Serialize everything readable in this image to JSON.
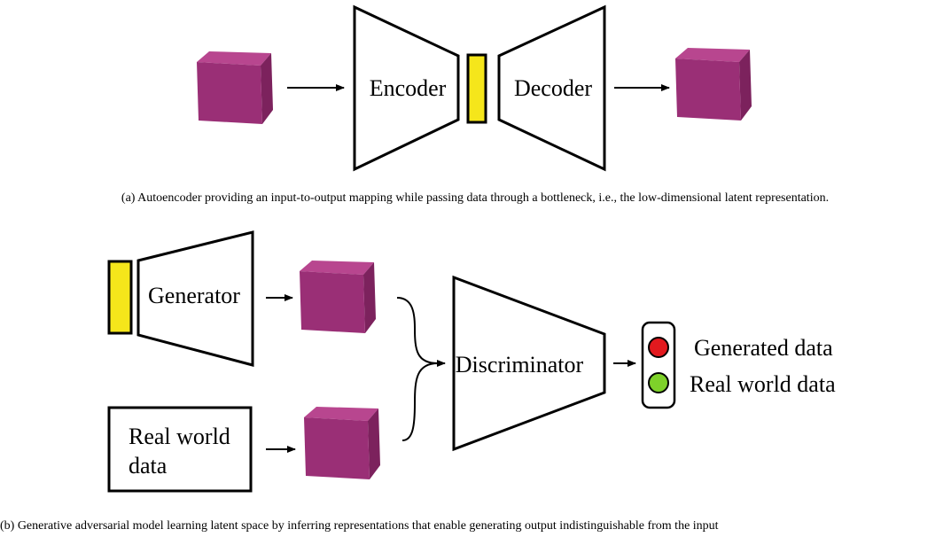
{
  "panel_a": {
    "encoder_label": "Encoder",
    "decoder_label": "Decoder",
    "caption": "(a) Autoencoder providing an input-to-output mapping while passing data through a bottleneck, i.e., the low-dimensional latent representation."
  },
  "panel_b": {
    "generator_label": "Generator",
    "real_data_label_line1": "Real world",
    "real_data_label_line2": "data",
    "discriminator_label": "Discriminator",
    "legend": {
      "generated_label": "Generated data",
      "real_label": "Real world data"
    },
    "caption": "(b) Generative adversarial model learning latent space by inferring representations that enable generating output indistinguishable from the input"
  },
  "colors": {
    "latent_fill": "#f5e61b",
    "cube_front": "#9a2f76",
    "cube_top": "#b8468f",
    "cube_side": "#7c225d",
    "light_red": "#e2191e",
    "light_green": "#7ed12a"
  }
}
